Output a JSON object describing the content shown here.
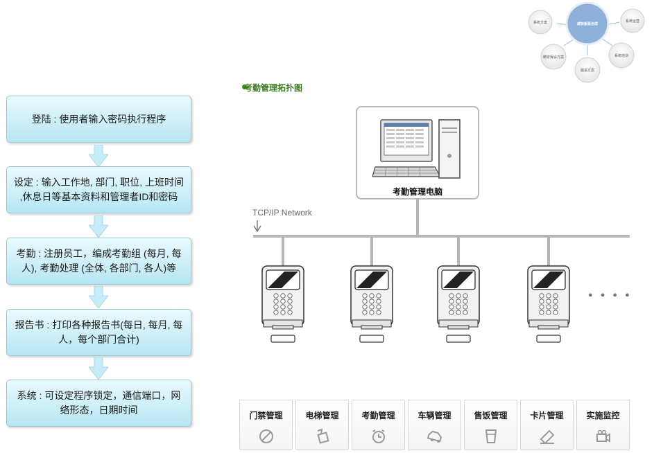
{
  "flow_steps": [
    {
      "line1": "登陆 : 使用者输入密码执行程序",
      "line2": ""
    },
    {
      "line1": "设定 : 输入工作地, 部门, 职位, 上班时间",
      "line2": ",休息日等基本资料和管理者ID和密码"
    },
    {
      "line1": "考勤 : 注册员工，编成考勤组 (每月, 每",
      "line2": "人), 考勤处理 (全体, 各部门, 各人)等"
    },
    {
      "line1": "报告书 : 打印各种报告书(每日, 每月, 每",
      "line2": "人，每个部门合计)"
    },
    {
      "line1": "系统 : 可设定程序锁定，通信端口，网",
      "line2": "络形态，日期时间"
    }
  ],
  "topology": {
    "title": "考勤管理拓扑图",
    "computer_label": "考勤管理电脑",
    "network_label": "TCP/IP Network",
    "terminal_count": 4,
    "more_symbol": "● ● ● ●"
  },
  "categories": [
    {
      "label": "门禁管理",
      "icon": "forbidden-icon"
    },
    {
      "label": "电梯管理",
      "icon": "elevator-icon"
    },
    {
      "label": "考勤管理",
      "icon": "clock-icon"
    },
    {
      "label": "车辆管理",
      "icon": "car-icon"
    },
    {
      "label": "售饭管理",
      "icon": "cup-icon"
    },
    {
      "label": "卡片管理",
      "icon": "card-icon"
    },
    {
      "label": "实施监控",
      "icon": "camera-icon"
    }
  ],
  "bubbles": {
    "center": "咸快板驱合成",
    "left": "系统方案",
    "right": "系统运营",
    "lower_left": "精安保设方案",
    "lower_right": "系统培训",
    "bottom": "履进方案"
  },
  "colors": {
    "step_fill": "#b6e6f3",
    "title_green": "#3a7a1e",
    "bubble_center": "#8fb1d9"
  }
}
